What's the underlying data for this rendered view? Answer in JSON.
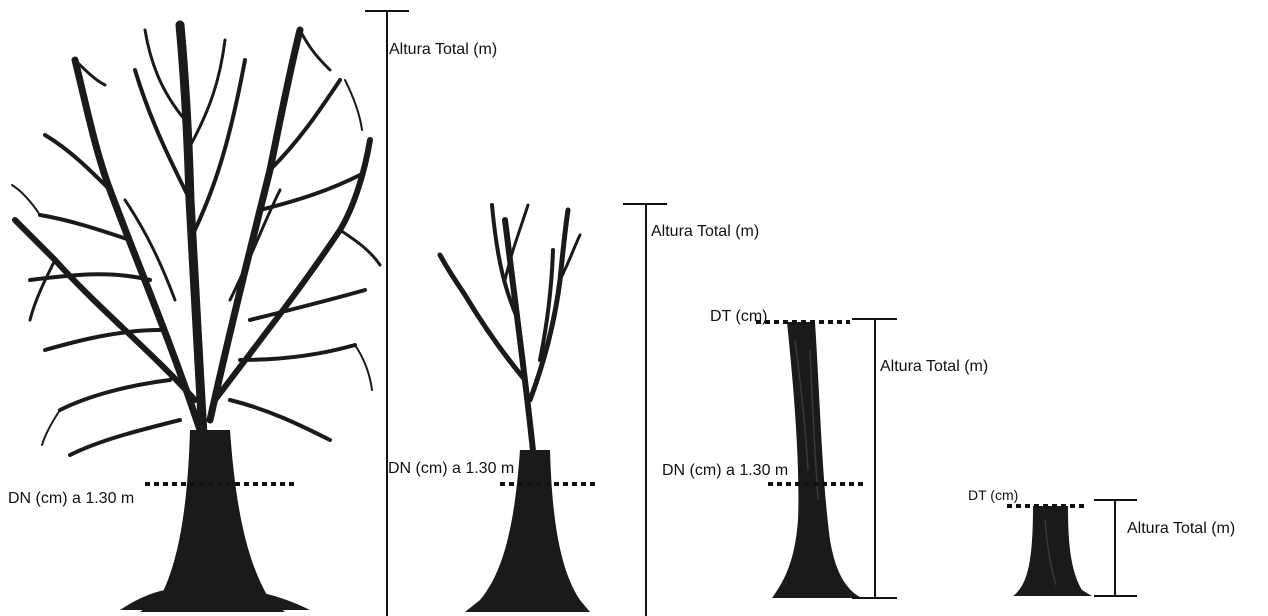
{
  "trees": [
    {
      "type": "full-tree",
      "height_label": "Altura Total (m)",
      "diameter_label": "DN (cm) a 1.30 m"
    },
    {
      "type": "pruned-tree",
      "height_label": "Altura Total (m)",
      "diameter_label": "DN (cm) a 1.30 m"
    },
    {
      "type": "tall-stump",
      "height_label": "Altura Total (m)",
      "diameter_label": "DN (cm) a 1.30 m",
      "top_label": "DT (cm)"
    },
    {
      "type": "short-stump",
      "height_label": "Altura Total (m)",
      "top_label": "DT (cm)"
    }
  ],
  "colors": {
    "ink": "#111111",
    "trunk": "#1a1a1a",
    "background": "#ffffff"
  }
}
